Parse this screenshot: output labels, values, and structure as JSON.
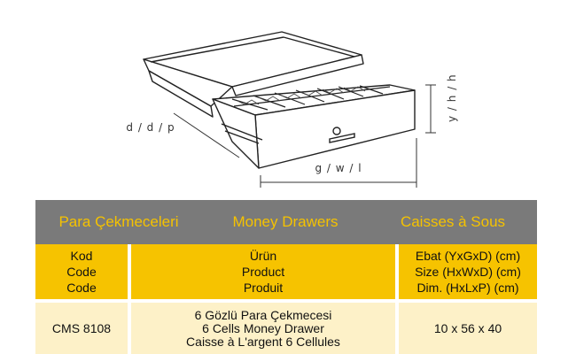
{
  "dimensions": {
    "depth_label": "d / d / p",
    "height_label": "y / h / h",
    "width_label": "g / w / l"
  },
  "table": {
    "header": {
      "tr": "Para Çekmeceleri",
      "en": "Money Drawers",
      "fr": "Caisses à Sous"
    },
    "subheader": {
      "code": [
        "Kod",
        "Code",
        "Code"
      ],
      "product": [
        "Ürün",
        "Product",
        "Produit"
      ],
      "size": [
        "Ebat (YxGxD) (cm)",
        "Size (HxWxD) (cm)",
        "Dim. (HxLxP) (cm)"
      ]
    },
    "rows": [
      {
        "code": "CMS 8108",
        "product": [
          "6 Gözlü Para Çekmecesi",
          "6 Cells Money Drawer",
          "Caisse à L'argent 6 Cellules"
        ],
        "size": "10 x 56 x 40"
      }
    ]
  },
  "colors": {
    "header_bg": "#7a7a7a",
    "header_text": "#f5c200",
    "subheader_bg": "#f6c300",
    "row_bg": "#fdf1c8"
  }
}
